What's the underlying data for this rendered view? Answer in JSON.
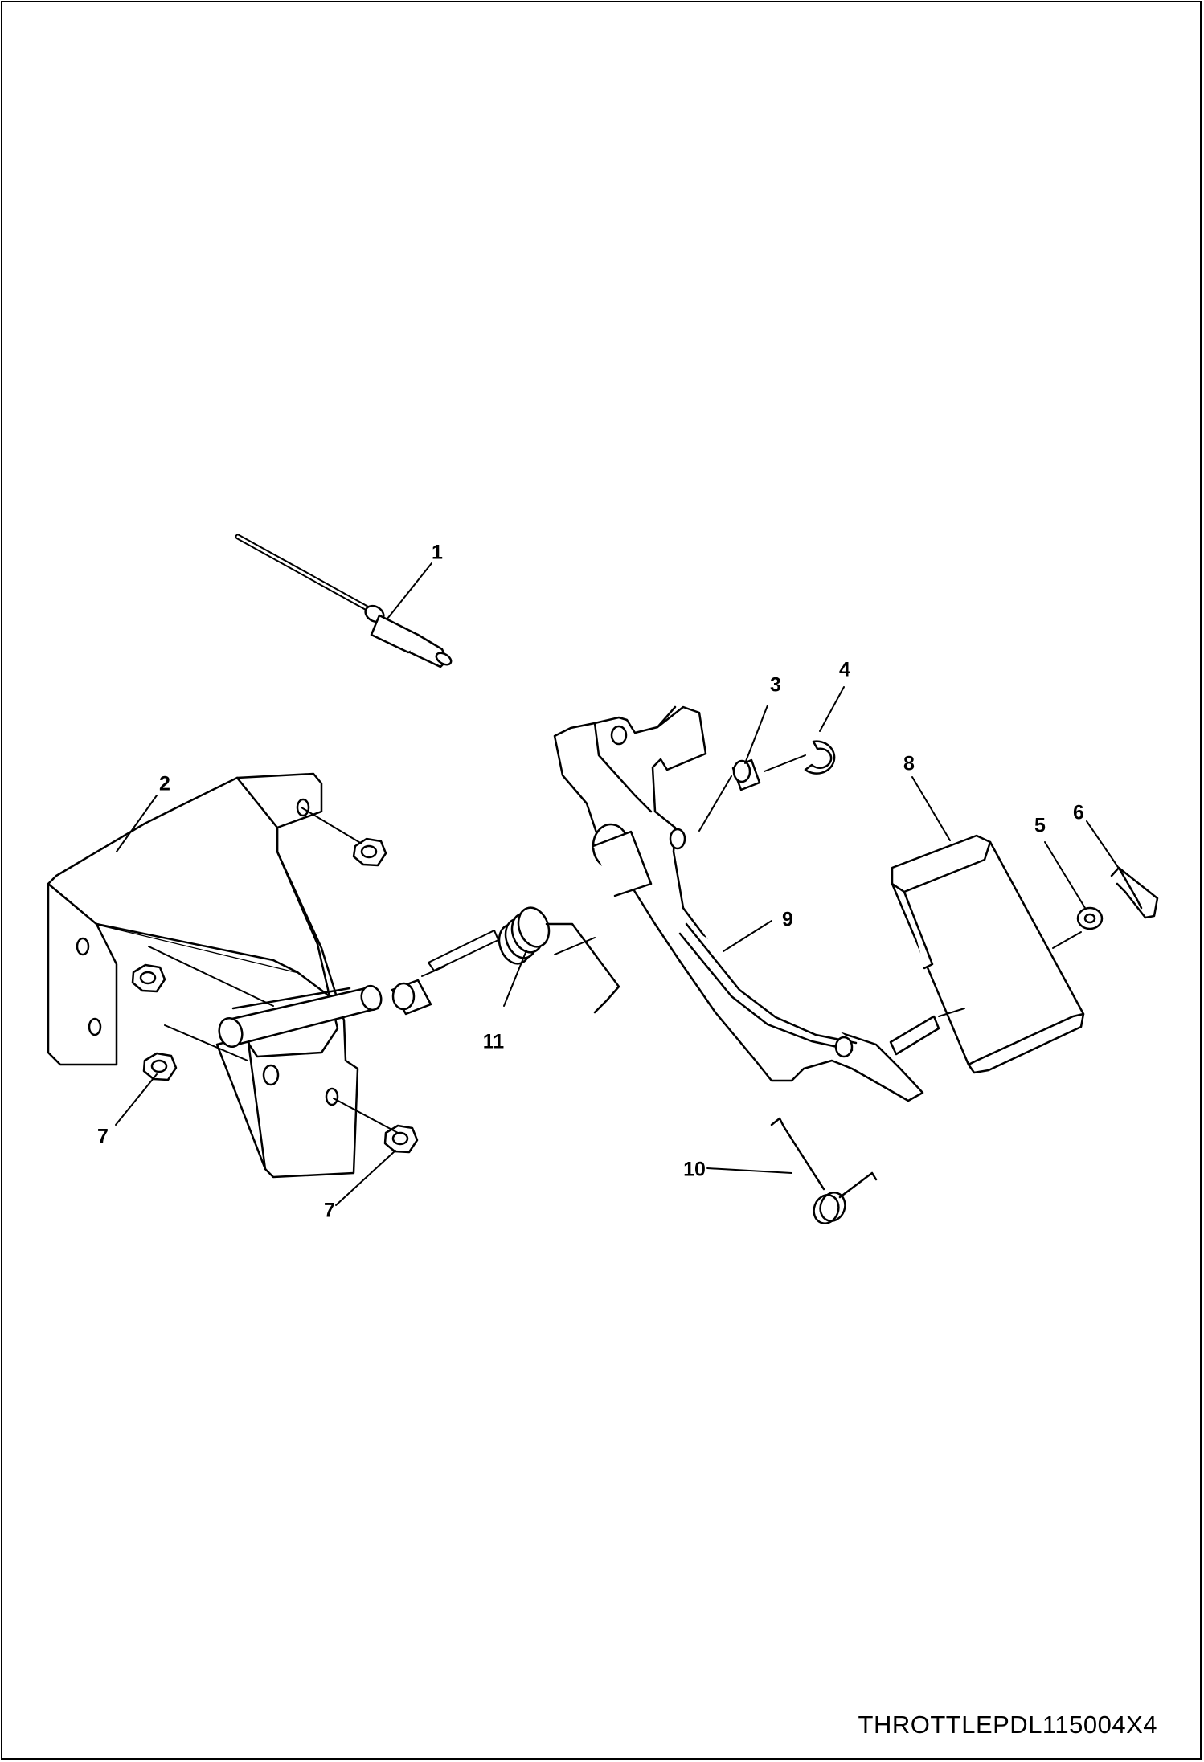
{
  "drawing_id": "THROTTLEPDL115004X4",
  "callouts": [
    {
      "id": "c1",
      "label": "1"
    },
    {
      "id": "c2",
      "label": "2"
    },
    {
      "id": "c3",
      "label": "3"
    },
    {
      "id": "c4",
      "label": "4"
    },
    {
      "id": "c5",
      "label": "5"
    },
    {
      "id": "c6",
      "label": "6"
    },
    {
      "id": "c7a",
      "label": "7"
    },
    {
      "id": "c7b",
      "label": "7"
    },
    {
      "id": "c8",
      "label": "8"
    },
    {
      "id": "c9",
      "label": "9"
    },
    {
      "id": "c10",
      "label": "10"
    },
    {
      "id": "c11",
      "label": "11"
    }
  ],
  "colors": {
    "line": "#000000",
    "part_fill": "#ffffff",
    "background": "#ffffff"
  }
}
